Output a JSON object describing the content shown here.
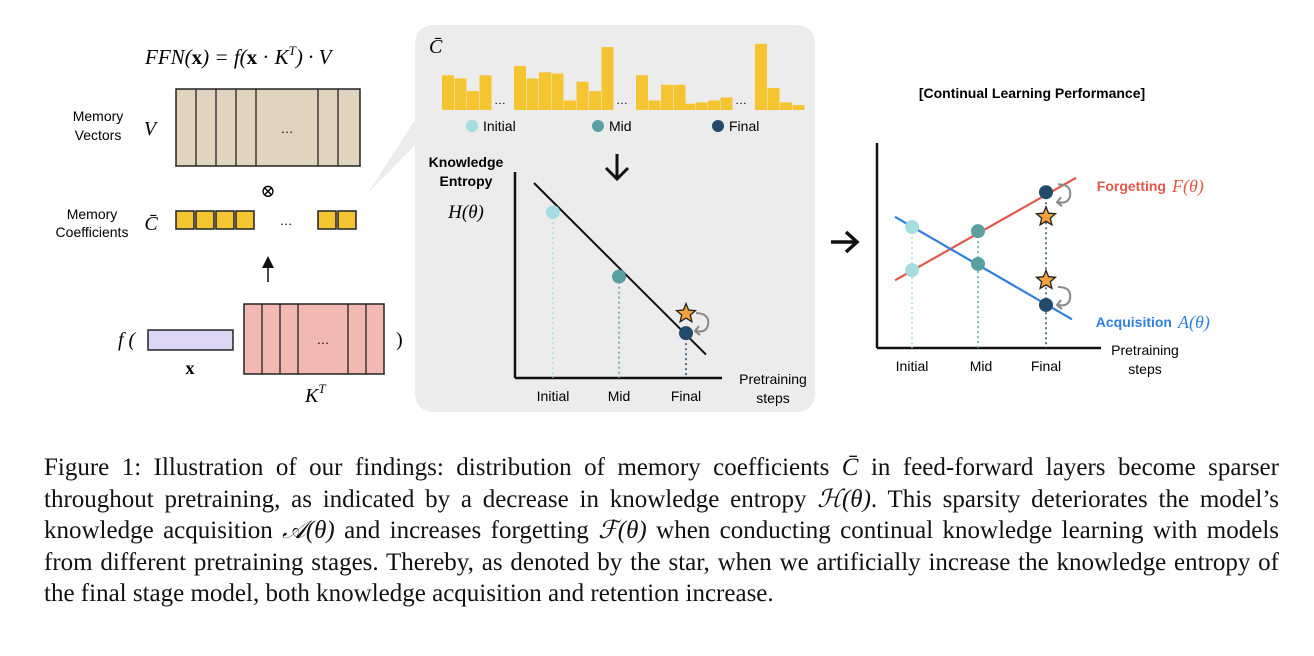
{
  "left_panel": {
    "equation": "FFN(x) = f(x · K^T) · V",
    "memory_vectors_label": [
      "Memory",
      "Vectors"
    ],
    "v_symbol": "V",
    "ellipsis": "…",
    "otimes": "⊗",
    "memory_coefficients_label": [
      "Memory",
      "Coefficients"
    ],
    "c_bar_symbol": "C̄",
    "f_open": "f (",
    "close_paren": ")",
    "x_symbol": "x",
    "kt_symbol": "K^T"
  },
  "middle_panel": {
    "c_bar_symbol": "C̄",
    "histograms": [
      {
        "name": "Initial",
        "values": [
          0.55,
          0.5,
          0.3,
          0.55,
          0.7,
          0.5,
          0.6,
          0.58
        ]
      },
      {
        "name": "Mid",
        "values": [
          0.15,
          0.45,
          0.3,
          1.0,
          0.55,
          0.15,
          0.4,
          0.4
        ]
      },
      {
        "name": "Final",
        "values": [
          0.1,
          0.12,
          0.15,
          0.2,
          1.05,
          0.35,
          0.12,
          0.08
        ]
      }
    ],
    "ellipsis": "…",
    "legend": [
      {
        "label": "Initial",
        "color": "#a6dde0"
      },
      {
        "label": "Mid",
        "color": "#5aa0a0"
      },
      {
        "label": "Final",
        "color": "#234a6b"
      }
    ],
    "down_arrow": "↓",
    "y_label": [
      "Knowledge",
      "Entropy"
    ],
    "y_symbol": "H(θ)",
    "x_label": [
      "Pretraining",
      "steps"
    ],
    "x_ticks": [
      "Initial",
      "Mid",
      "Final"
    ],
    "chart_data": {
      "type": "line",
      "categories": [
        "Initial",
        "Mid",
        "Final"
      ],
      "series": [
        {
          "name": "H(θ)",
          "values": [
            0.85,
            0.52,
            0.23
          ]
        }
      ],
      "star_value": 0.33
    },
    "bar_color": "#f5c531",
    "panel_bg": "#ececec"
  },
  "right_arrow": "➔",
  "right_panel": {
    "title": "[Continual Learning Performance]",
    "forgetting_label": "Forgetting",
    "forgetting_symbol": "F(θ)",
    "acquisition_label": "Acquisition",
    "acquisition_symbol": "A(θ)",
    "x_label": [
      "Pretraining",
      "steps"
    ],
    "x_ticks": [
      "Initial",
      "Mid",
      "Final"
    ],
    "chart_data": {
      "type": "line",
      "categories": [
        "Initial",
        "Mid",
        "Final"
      ],
      "series": [
        {
          "name": "Forgetting",
          "color": "#e0584a",
          "values": [
            0.38,
            0.57,
            0.76
          ]
        },
        {
          "name": "Acquisition",
          "color": "#2f7fe0",
          "values": [
            0.59,
            0.41,
            0.21
          ]
        }
      ],
      "forgetting_star": 0.64,
      "acquisition_star": 0.33
    }
  },
  "caption": {
    "text_1": "Figure 1: Illustration of our findings: distribution of memory coefficients ",
    "c_bar": "C̄",
    "text_2": " in feed-forward layers become sparser throughout pretraining, as indicated by a decrease in knowledge entropy ",
    "h_theta": "ℋ(θ)",
    "text_3": ". This sparsity deteriorates the model’s knowledge acquisition ",
    "a_theta": "𝒜(θ)",
    "text_4": " and increases forgetting ",
    "f_theta": "ℱ(θ)",
    "text_5": " when conducting continual knowledge learning with models from different pretraining stages. Thereby, as denoted by the star, when we artificially increase the knowledge entropy of the final stage model, both knowledge acquisition and retention increase."
  }
}
